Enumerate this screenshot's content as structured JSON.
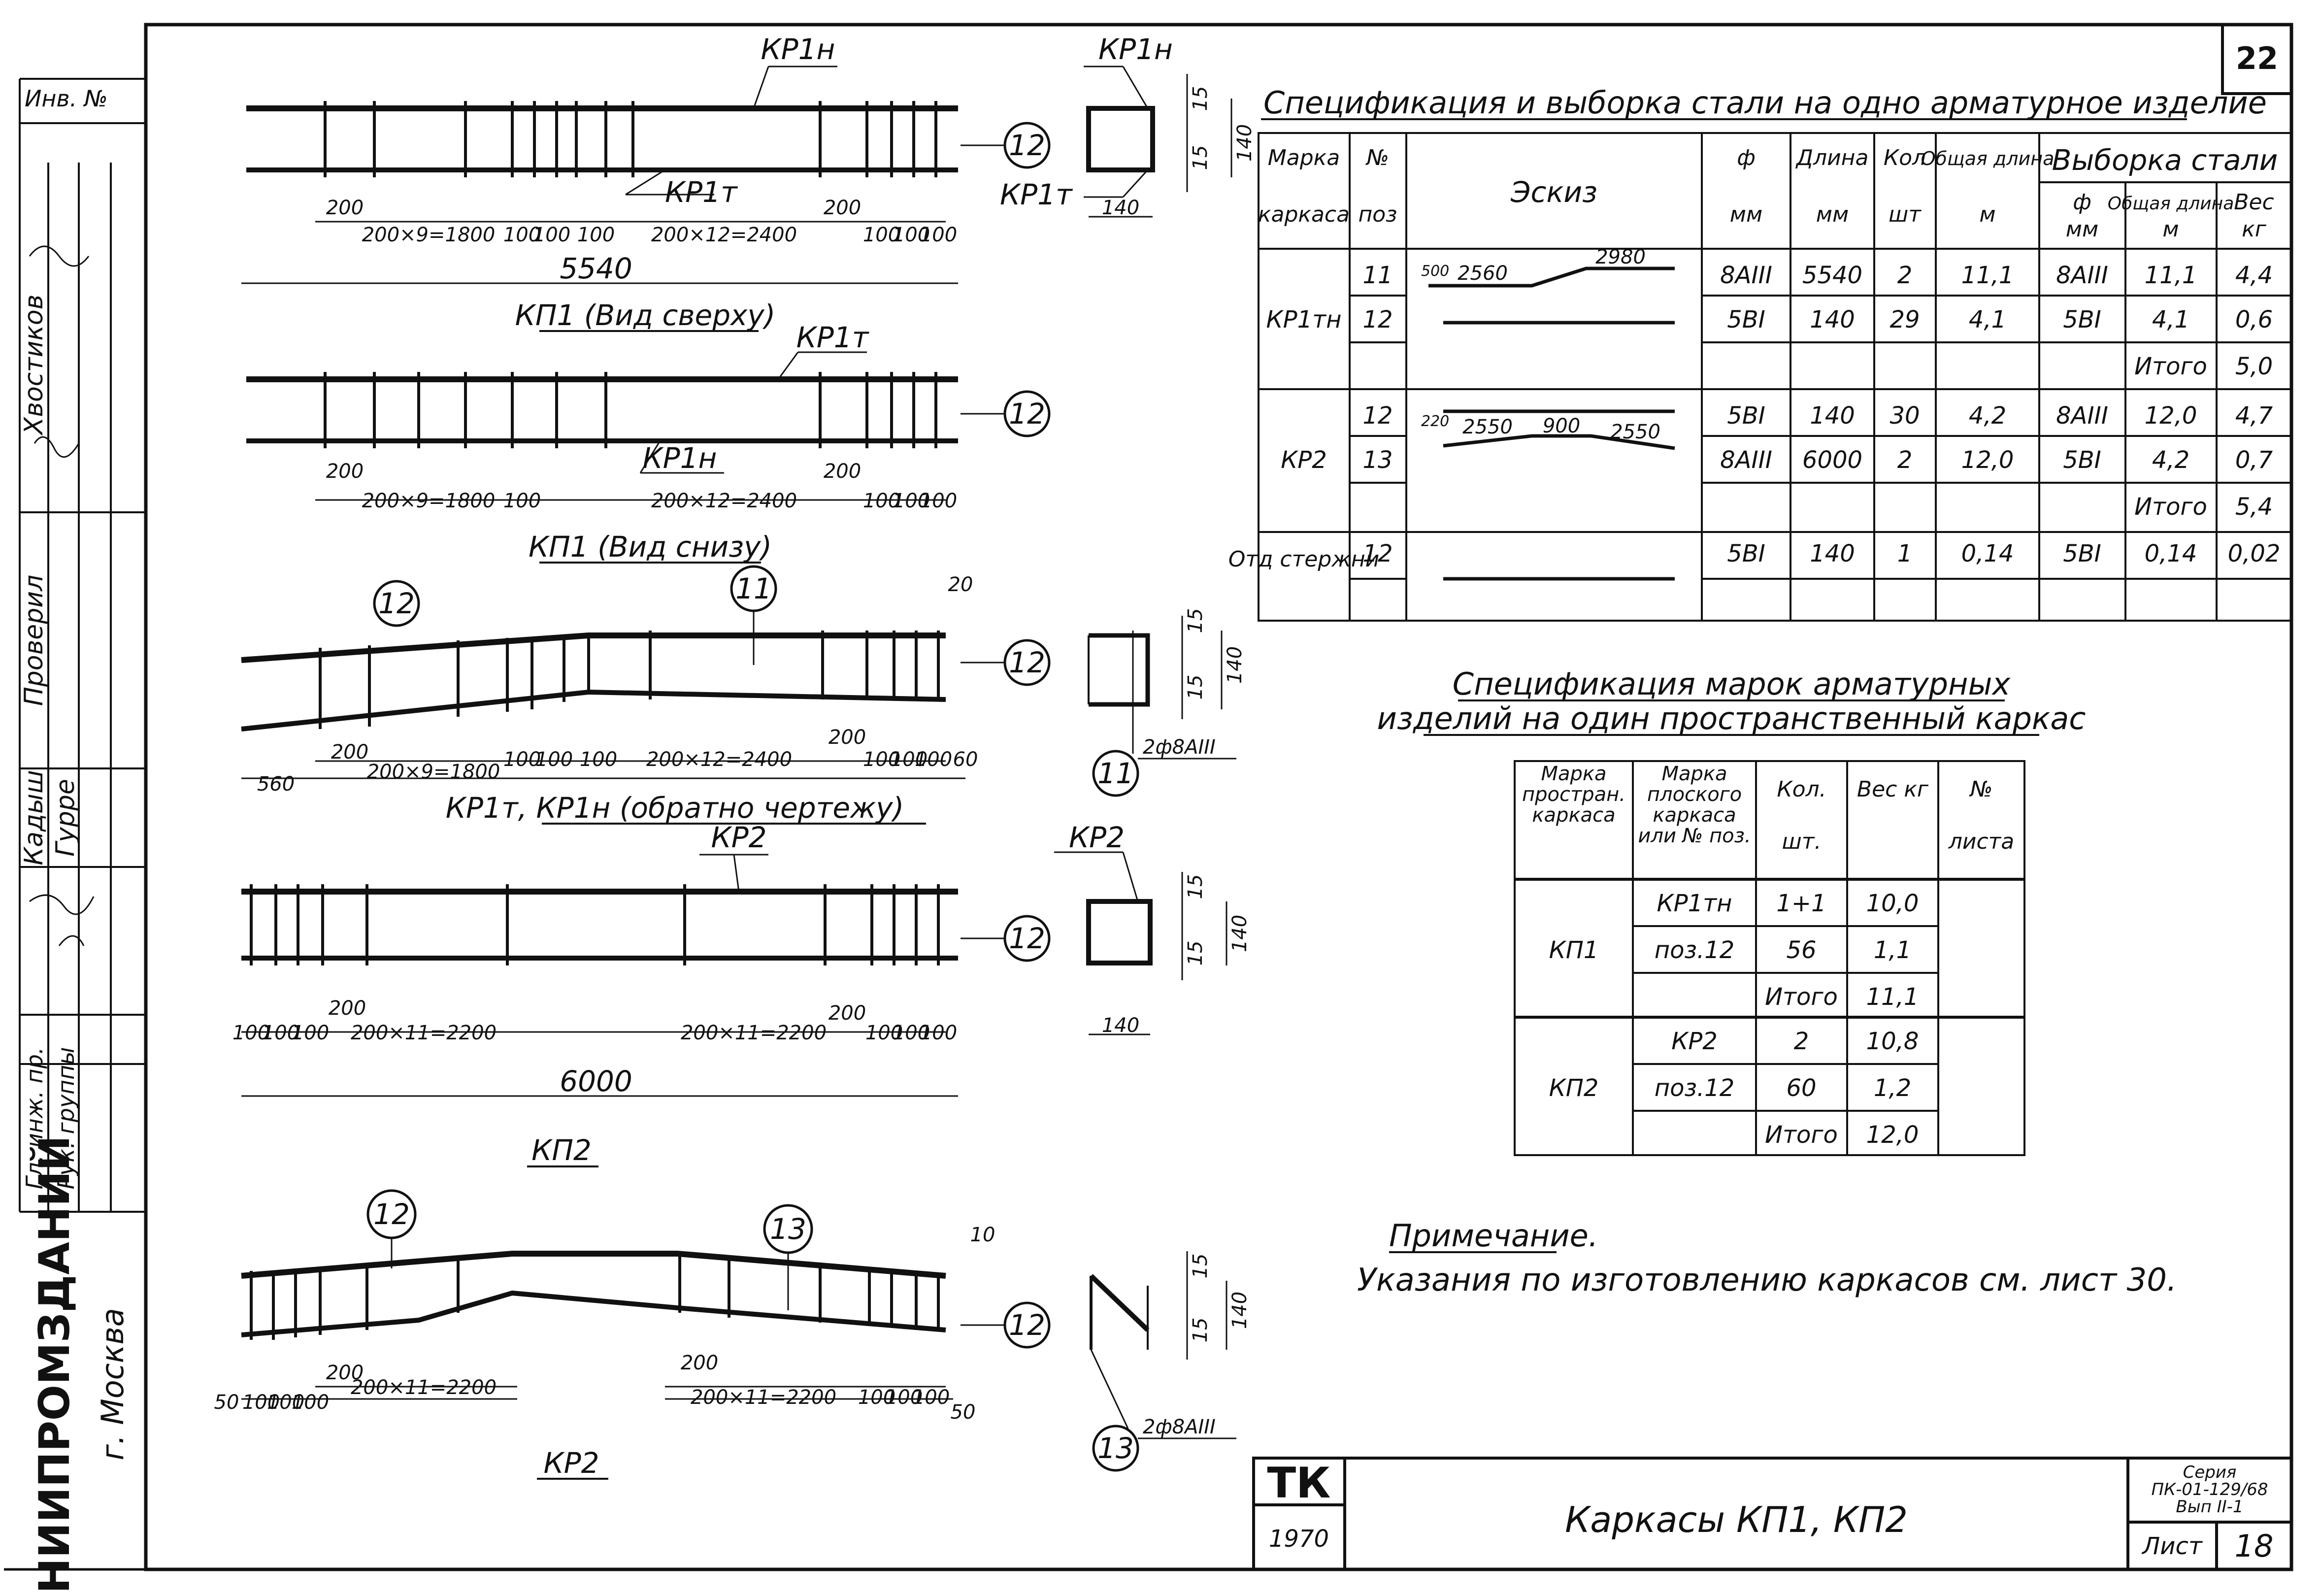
{
  "sheet_number": "22",
  "left_strip": {
    "inv_no": "Инв. №",
    "names": [
      "Хвостиков",
      "Кадыш",
      "Гурре"
    ],
    "roles": [
      "Проверил",
      "Гл. инж. пр.",
      "Рук. группы"
    ],
    "org": "ЦНИИПРОМЗДАНИЙ",
    "city": "г. Москва"
  },
  "drawings": {
    "kp1_top": {
      "title": "КП1 (Вид сверху)",
      "labels": [
        "КР1н",
        "КР1т",
        "КР1н",
        "КР1т"
      ],
      "dims": [
        "200",
        "200×9=1800",
        "100",
        "100",
        "100",
        "200×12=2400",
        "200",
        "100",
        "100",
        "100",
        "5540",
        "15",
        "15",
        "140",
        "140"
      ],
      "callouts": [
        "12"
      ]
    },
    "kp1_bottom": {
      "title": "КП1 (Вид снизу)",
      "labels": [
        "КР1т",
        "КР1н"
      ],
      "dims": [
        "200",
        "200×9=1800",
        "100",
        "200×12=2400",
        "200",
        "100",
        "100",
        "100"
      ],
      "callouts": [
        "12"
      ]
    },
    "kr1": {
      "title": "КР1т, КР1н (обратно чертежу)",
      "dims": [
        "560",
        "200",
        "200×9=1800",
        "100",
        "100",
        "100",
        "200×12=2400",
        "200",
        "100",
        "100",
        "100",
        "60",
        "20",
        "15",
        "15",
        "140"
      ],
      "callouts": [
        "12",
        "11",
        "12",
        "11"
      ],
      "section_note": "2ф8АIII"
    },
    "kp2": {
      "title": "КП2",
      "labels": [
        "КР2",
        "КР2"
      ],
      "dims": [
        "100",
        "100",
        "100",
        "200",
        "200×11=2200",
        "200×11=2200",
        "200",
        "100",
        "100",
        "100",
        "6000",
        "15",
        "15",
        "140",
        "140"
      ],
      "callouts": [
        "12"
      ]
    },
    "kr2": {
      "title": "КР2",
      "dims": [
        "50",
        "100",
        "100",
        "100",
        "200",
        "200×11=2200",
        "200",
        "200×11=2200",
        "100",
        "100",
        "100",
        "50",
        "10",
        "15",
        "15",
        "140"
      ],
      "callouts": [
        "12",
        "13",
        "12",
        "13"
      ],
      "section_note": "2ф8АIII"
    }
  },
  "spec_table": {
    "title": "Спецификация и выборка стали на одно арматурное изделие",
    "headers": {
      "mark": [
        "Марка",
        "каркаса"
      ],
      "pos": [
        "№",
        "поз"
      ],
      "sketch": "Эскиз",
      "dia": [
        "ф",
        "мм"
      ],
      "len": [
        "Длина",
        "мм"
      ],
      "qty": [
        "Кол",
        "шт"
      ],
      "total_len": [
        "Общая длина",
        "м"
      ],
      "selection": "Выборка стали",
      "sel_dia": [
        "ф",
        "мм"
      ],
      "sel_len": [
        "Общая длина",
        "м"
      ],
      "sel_w": [
        "Вес",
        "кг"
      ]
    },
    "groups": [
      {
        "mark": "КР1тн",
        "sketch_dims": [
          "500",
          "2560",
          "2980"
        ],
        "rows": [
          [
            "11",
            "8АIII",
            "5540",
            "2",
            "11,1",
            "8АIII",
            "11,1",
            "4,4"
          ],
          [
            "12",
            "5BI",
            "140",
            "29",
            "4,1",
            "5BI",
            "4,1",
            "0,6"
          ],
          [
            "",
            "",
            "",
            "",
            "",
            "",
            "Итого",
            "5,0"
          ]
        ]
      },
      {
        "mark": "КР2",
        "sketch_dims": [
          "220",
          "2550",
          "900",
          "2550"
        ],
        "rows": [
          [
            "12",
            "5BI",
            "140",
            "30",
            "4,2",
            "8АIII",
            "12,0",
            "4,7"
          ],
          [
            "13",
            "8АIII",
            "6000",
            "2",
            "12,0",
            "5BI",
            "4,2",
            "0,7"
          ],
          [
            "",
            "",
            "",
            "",
            "",
            "",
            "Итого",
            "5,4"
          ]
        ]
      },
      {
        "mark": "Отд стержни",
        "sketch_dims": [],
        "rows": [
          [
            "12",
            "5BI",
            "140",
            "1",
            "0,14",
            "5BI",
            "0,14",
            "0,02"
          ],
          [
            "",
            "",
            "",
            "",
            "",
            "",
            "",
            ""
          ]
        ]
      }
    ]
  },
  "marks_table": {
    "title_line1": "Спецификация марок арматурных",
    "title_line2": "изделий на один пространственный каркас",
    "headers": [
      "Марка простран. каркаса",
      "Марка плоского каркаса или № поз.",
      "Кол. шт.",
      "Вес кг",
      "№ листа"
    ],
    "groups": [
      {
        "mark": "КП1",
        "rows": [
          [
            "КР1тн",
            "1+1",
            "10,0"
          ],
          [
            "поз.12",
            "56",
            "1,1"
          ],
          [
            "",
            "Итого",
            "11,1"
          ]
        ]
      },
      {
        "mark": "КП2",
        "rows": [
          [
            "КР2",
            "2",
            "10,8"
          ],
          [
            "поз.12",
            "60",
            "1,2"
          ],
          [
            "",
            "Итого",
            "12,0"
          ]
        ]
      }
    ]
  },
  "note": {
    "heading": "Примечание.",
    "text": "Указания по изготовлению каркасов см. лист 30."
  },
  "title_block": {
    "code": "ТК",
    "year": "1970",
    "title": "Каркасы КП1, КП2",
    "series": "Серия",
    "series_code": "ПК-01-129/68",
    "issue": "Вып II-1",
    "sheet_label": "Лист",
    "sheet_no": "18"
  }
}
